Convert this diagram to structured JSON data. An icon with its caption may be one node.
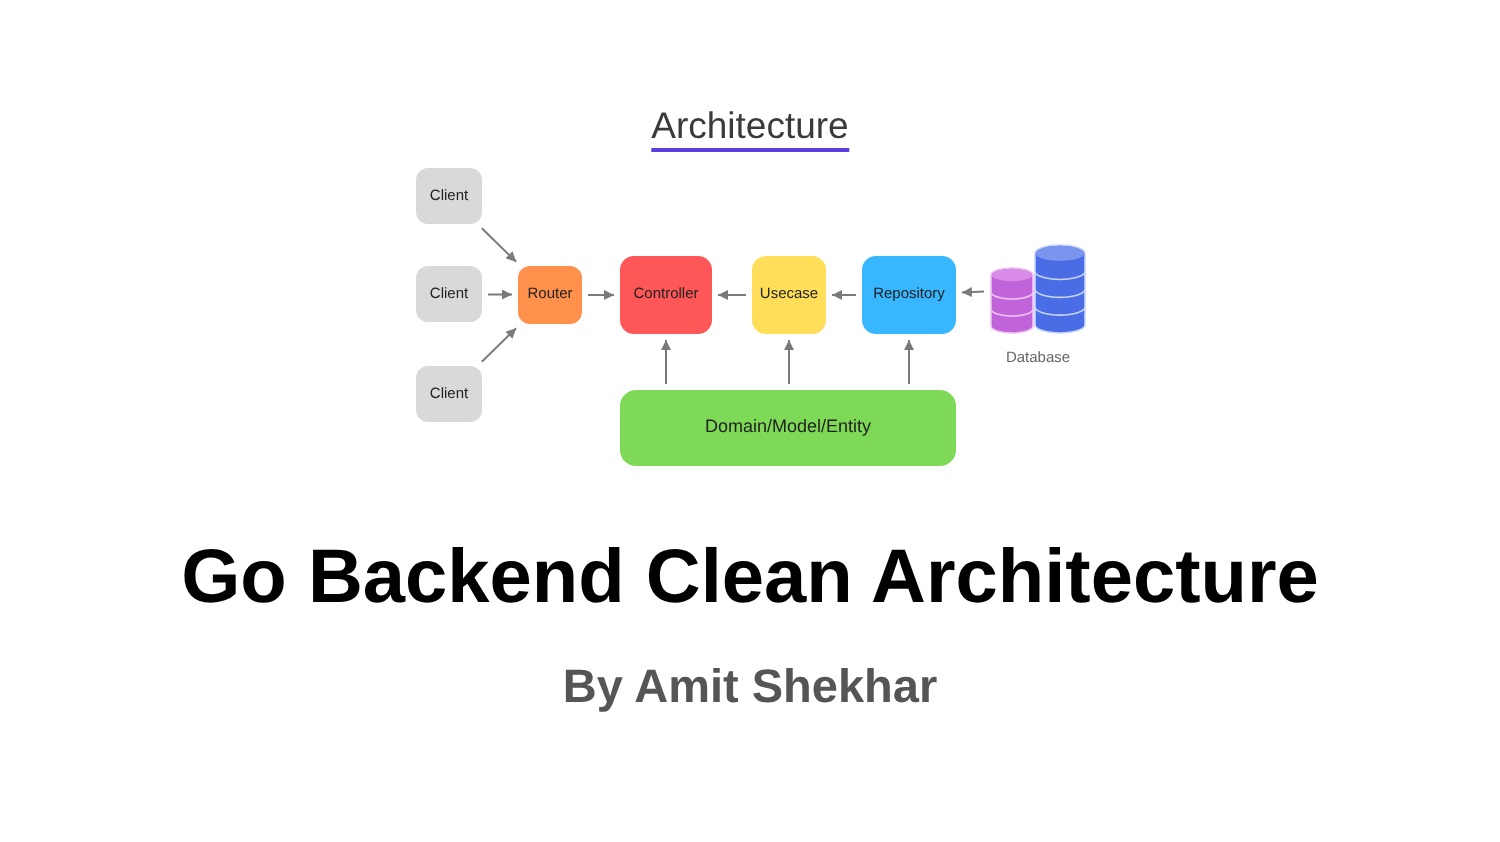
{
  "diagram": {
    "title": "Go Backend Clean Architecture",
    "nodes": [
      {
        "text": [
          "Client"
        ]
      },
      {
        "text": [
          "Client"
        ]
      },
      {
        "text": [
          "Client"
        ]
      },
      {
        "text": [
          "Router"
        ]
      },
      {
        "text": [
          "Controller"
        ]
      },
      {
        "text": [
          "Usecase"
        ]
      },
      {
        "text": [
          "Repository"
        ]
      },
      {
        "text": [],
        "shape": "cylinder",
        "beside": [
          "Database"
        ]
      },
      {
        "text": [
          "Domain/Model/Entity"
        ]
      }
    ],
    "edges": [
      {
        "from": 0,
        "to": 3,
        "arrow": "to"
      },
      {
        "from": 1,
        "to": 3,
        "arrow": "to"
      },
      {
        "from": 2,
        "to": 3,
        "arrow": "to"
      },
      {
        "from": 3,
        "to": 4,
        "arrow": "to"
      },
      {
        "from": 5,
        "to": 4,
        "arrow": "to"
      },
      {
        "from": 6,
        "to": 5,
        "arrow": "to"
      },
      {
        "from": 7,
        "to": 6,
        "arrow": "to"
      },
      {
        "from": 8,
        "to": 4,
        "arrow": "to"
      },
      {
        "from": 8,
        "to": 5,
        "arrow": "to"
      },
      {
        "from": 8,
        "to": 6,
        "arrow": "to"
      }
    ],
    "labels": [
      "Architecture",
      "By Amit Shekhar"
    ]
  }
}
